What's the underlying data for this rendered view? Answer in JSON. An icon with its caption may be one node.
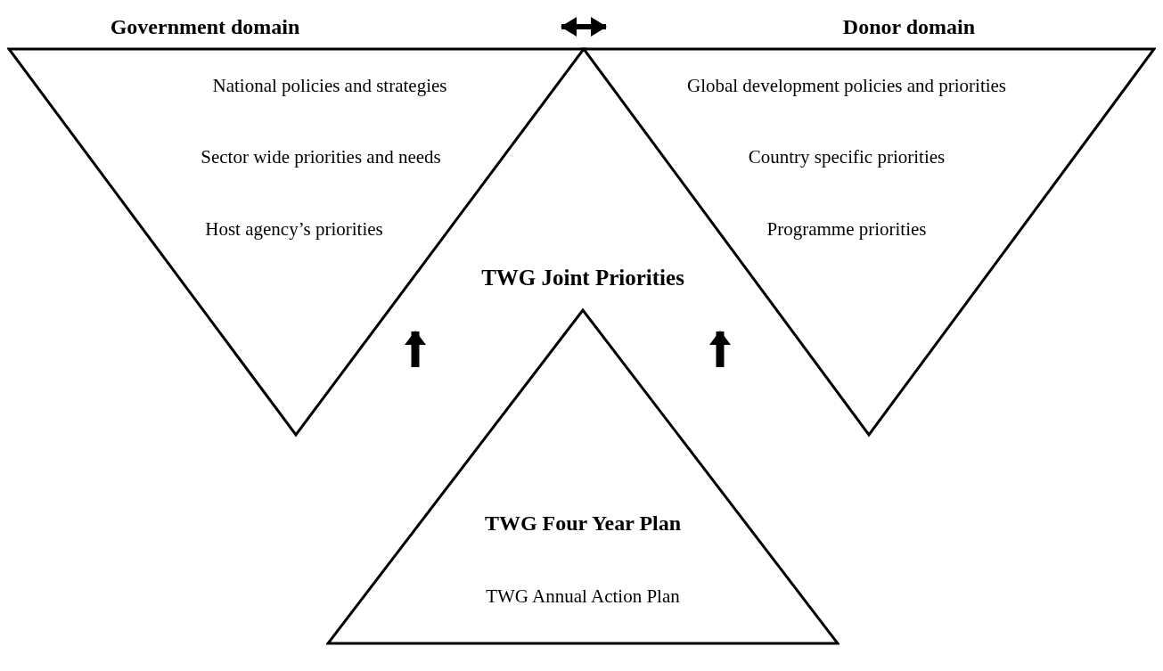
{
  "diagram": {
    "nodes": [
      {
        "text": [
          "Government domain",
          "National policies and strategies",
          "Sector wide priorities and needs",
          "Host agency’s priorities"
        ]
      },
      {
        "text": [
          "Donor domain",
          "Global development policies and priorities",
          "Country specific priorities",
          "Programme priorities"
        ]
      },
      {
        "text": [
          "TWG Four Year Plan",
          "TWG Annual Action Plan"
        ]
      }
    ],
    "edges": [
      {
        "from": 0,
        "to": 1,
        "arrow": "both"
      }
    ],
    "labels": [
      "TWG Joint Priorities"
    ]
  }
}
